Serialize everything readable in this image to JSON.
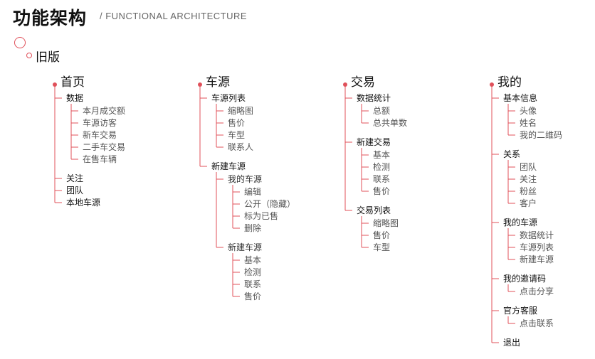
{
  "header": {
    "title": "功能架构",
    "subtitle": "/ FUNCTIONAL ARCHITECTURE",
    "version": "旧版"
  },
  "colors": {
    "accent": "#e0505a"
  },
  "columns": [
    {
      "title": "首页",
      "items": [
        {
          "label": "数据",
          "children": [
            {
              "label": "本月成交额"
            },
            {
              "label": "车源访客"
            },
            {
              "label": "新车交易"
            },
            {
              "label": "二手车交易"
            },
            {
              "label": "在售车辆"
            }
          ]
        },
        {
          "label": "关注"
        },
        {
          "label": "团队"
        },
        {
          "label": "本地车源"
        }
      ]
    },
    {
      "title": "车源",
      "items": [
        {
          "label": "车源列表",
          "children": [
            {
              "label": "缩略图"
            },
            {
              "label": "售价"
            },
            {
              "label": "车型"
            },
            {
              "label": "联系人"
            }
          ]
        },
        {
          "label": "新建车源",
          "children": [
            {
              "label": "我的车源",
              "children": [
                {
                  "label": "编辑"
                },
                {
                  "label": "公开（隐藏）"
                },
                {
                  "label": "标为已售"
                },
                {
                  "label": "删除"
                }
              ]
            },
            {
              "label": "新建车源",
              "children": [
                {
                  "label": "基本"
                },
                {
                  "label": "检测"
                },
                {
                  "label": "联系"
                },
                {
                  "label": "售价"
                }
              ]
            }
          ]
        }
      ]
    },
    {
      "title": "交易",
      "items": [
        {
          "label": "数据统计",
          "children": [
            {
              "label": "总额"
            },
            {
              "label": "总共单数"
            }
          ]
        },
        {
          "label": "新建交易",
          "children": [
            {
              "label": "基本"
            },
            {
              "label": "检测"
            },
            {
              "label": "联系"
            },
            {
              "label": "售价"
            }
          ]
        },
        {
          "label": "交易列表",
          "children": [
            {
              "label": "缩略图"
            },
            {
              "label": "售价"
            },
            {
              "label": "车型"
            }
          ]
        }
      ]
    },
    {
      "title": "我的",
      "items": [
        {
          "label": "基本信息",
          "children": [
            {
              "label": "头像"
            },
            {
              "label": "姓名"
            },
            {
              "label": "我的二维码"
            }
          ]
        },
        {
          "label": "关系",
          "children": [
            {
              "label": "团队"
            },
            {
              "label": "关注"
            },
            {
              "label": "粉丝"
            },
            {
              "label": "客户"
            }
          ]
        },
        {
          "label": "我的车源",
          "children": [
            {
              "label": "数据统计"
            },
            {
              "label": "车源列表"
            },
            {
              "label": "新建车源"
            }
          ]
        },
        {
          "label": "我的邀请码",
          "children": [
            {
              "label": "点击分享"
            }
          ]
        },
        {
          "label": "官方客服",
          "children": [
            {
              "label": "点击联系"
            }
          ]
        },
        {
          "label": "退出"
        }
      ]
    }
  ]
}
